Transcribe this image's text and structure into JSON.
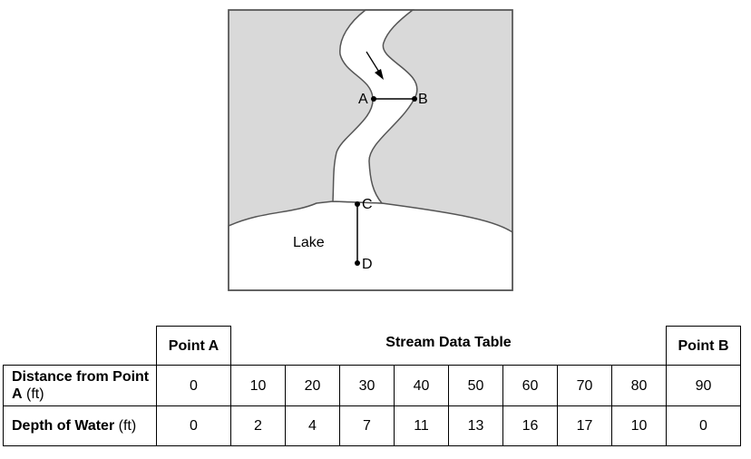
{
  "figure": {
    "points": [
      {
        "id": "A",
        "label": "A"
      },
      {
        "id": "B",
        "label": "B"
      },
      {
        "id": "C",
        "label": "C"
      },
      {
        "id": "D",
        "label": "D"
      }
    ],
    "lake_label": "Lake",
    "colors": {
      "land": "#d9d9d9",
      "water": "#ffffff",
      "outline": "#555555"
    }
  },
  "table": {
    "title": "Stream Data Table",
    "point_a_header": "Point A",
    "point_b_header": "Point B",
    "rows": [
      {
        "label_bold": "Distance from Point A",
        "label_unit": " (ft)",
        "values": [
          "0",
          "10",
          "20",
          "30",
          "40",
          "50",
          "60",
          "70",
          "80",
          "90"
        ]
      },
      {
        "label_bold": "Depth of Water",
        "label_unit": " (ft)",
        "values": [
          "0",
          "2",
          "4",
          "7",
          "11",
          "13",
          "16",
          "17",
          "10",
          "0"
        ]
      }
    ]
  }
}
